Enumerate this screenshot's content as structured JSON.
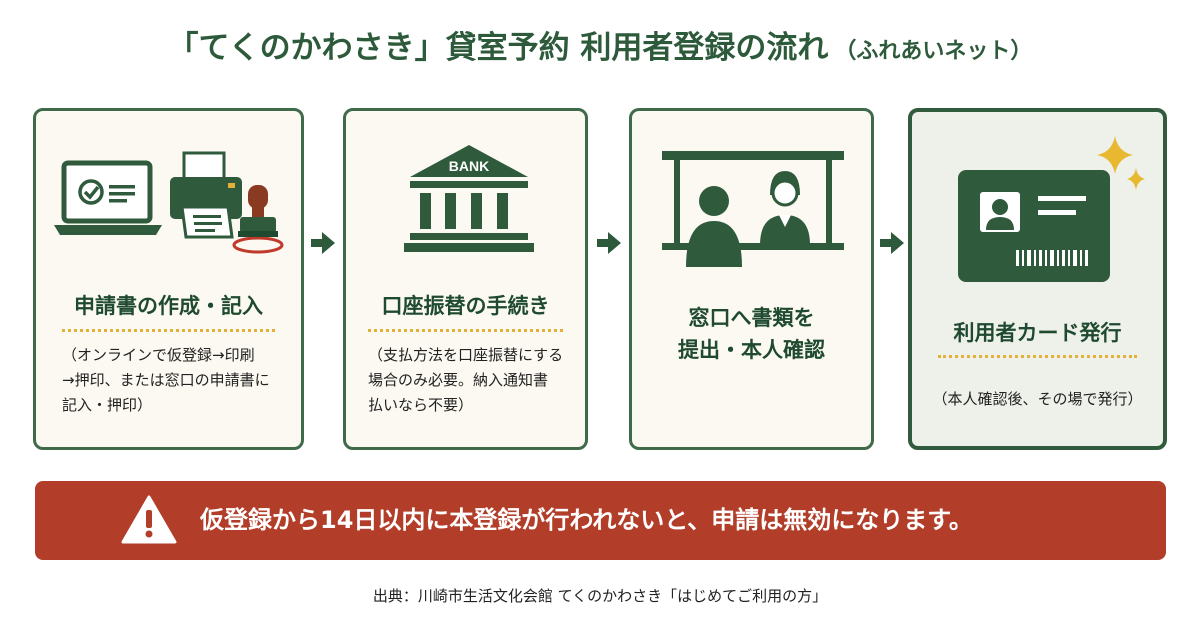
{
  "title": {
    "main": "「てくのかわさき」貸室予約 利用者登録の流れ",
    "sub": "（ふれあいネット）"
  },
  "steps": [
    {
      "heading": "申請書の作成・記入",
      "note_lines": [
        "（オンラインで仮登録→印刷",
        "→押印、または窓口の申請書に",
        "記入・押印）"
      ],
      "icons": [
        "laptop-icon",
        "printer-icon",
        "stamp-icon"
      ]
    },
    {
      "heading": "口座振替の手続き",
      "bank_label": "BANK",
      "note_lines": [
        "（支払方法を口座振替にする",
        "場合のみ必要。納入通知書",
        "払いなら不要）"
      ],
      "icons": [
        "bank-icon"
      ]
    },
    {
      "heading_lines": [
        "窓口へ書類を",
        "提出・本人確認"
      ],
      "icons": [
        "counter-icon"
      ]
    },
    {
      "heading": "利用者カード発行",
      "note_lines": [
        "（本人確認後、その場で発行）"
      ],
      "icons": [
        "id-card-icon",
        "sparkle-icon"
      ]
    }
  ],
  "alert": {
    "text": "仮登録から14日以内に本登録が行われないと、申請は無効になります。",
    "icon": "warning-icon"
  },
  "source": "出典：川崎市生活文化会館 てくのかわさき「はじめてご利用の方」",
  "colors": {
    "primary_green": "#2d5a3a",
    "card_bg": "#fbf9f1",
    "divider_gold": "#e3b13a",
    "alert_red": "#b23d29",
    "stamp_red": "#c0392b",
    "sparkle_gold": "#e8b830"
  }
}
